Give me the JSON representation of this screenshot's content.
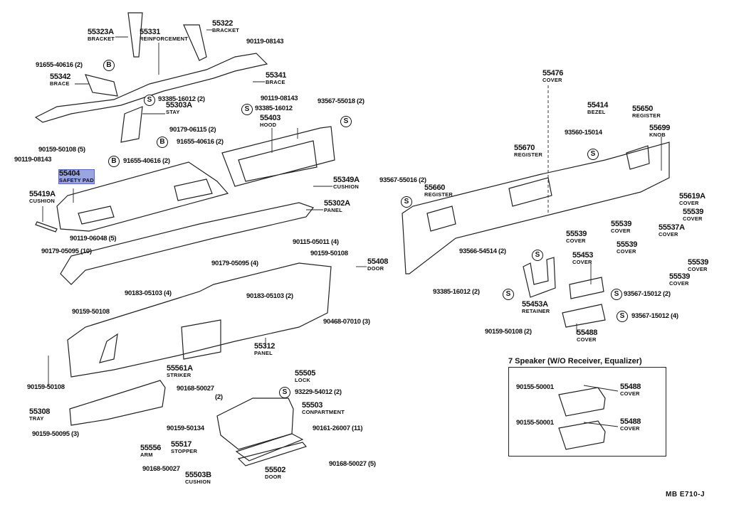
{
  "diagram": {
    "highlight_color": "#9aa6e0",
    "markers": {
      "s": "S",
      "b": "B"
    },
    "labels": [
      {
        "part": "55323A",
        "name": "BRACKET"
      },
      {
        "part": "55331",
        "name": "REINFORCEMENT"
      },
      {
        "part": "55322",
        "name": "BRACKET"
      },
      {
        "part": "55342",
        "name": "BRACE"
      },
      {
        "part": "55341",
        "name": "BRACE"
      },
      {
        "part": "55303A",
        "name": "STAY"
      },
      {
        "part": "55403",
        "name": "HOOD"
      },
      {
        "part": "55404",
        "name": "SAFETY PAD"
      },
      {
        "part": "55419A",
        "name": "CUSHION"
      },
      {
        "part": "55349A",
        "name": "CUSHION"
      },
      {
        "part": "55302A",
        "name": "PANEL"
      },
      {
        "part": "55408",
        "name": "DOOR"
      },
      {
        "part": "55312",
        "name": "PANEL"
      },
      {
        "part": "55561A",
        "name": "STRIKER"
      },
      {
        "part": "55505",
        "name": "LOCK"
      },
      {
        "part": "55308",
        "name": "TRAY"
      },
      {
        "part": "55503",
        "name": "CONPARTMENT"
      },
      {
        "part": "55556",
        "name": "ARM"
      },
      {
        "part": "55517",
        "name": "STOPPER"
      },
      {
        "part": "55503B",
        "name": "CUSHION"
      },
      {
        "part": "55502",
        "name": "DOOR"
      },
      {
        "part": "55476",
        "name": "COVER"
      },
      {
        "part": "55414",
        "name": "BEZEL"
      },
      {
        "part": "55650",
        "name": "REGISTER"
      },
      {
        "part": "55699",
        "name": "KNOB"
      },
      {
        "part": "55670",
        "name": "REGISTER"
      },
      {
        "part": "55660",
        "name": "REGISTER"
      },
      {
        "part": "55619A",
        "name": "COVER"
      },
      {
        "part": "55539",
        "name": "COVER"
      },
      {
        "part": "55539",
        "name": "COVER"
      },
      {
        "part": "55537A",
        "name": "COVER"
      },
      {
        "part": "55539",
        "name": "COVER"
      },
      {
        "part": "55539",
        "name": "COVER"
      },
      {
        "part": "55453",
        "name": "COVER"
      },
      {
        "part": "55539",
        "name": "COVER"
      },
      {
        "part": "55539",
        "name": "COVER"
      },
      {
        "part": "55453A",
        "name": "RETAINER"
      },
      {
        "part": "55488",
        "name": "COVER"
      }
    ],
    "callouts": [
      "90119-08143",
      "91655-40616 (2)",
      "93385-16012 (2)",
      "90119-08143",
      "93385-16012",
      "93567-55018 (2)",
      "90179-06115 (2)",
      "91655-40616 (2)",
      "90159-50108 (5)",
      "90119-08143",
      "91655-40616 (2)",
      "90119-06048 (5)",
      "90179-05095 (10)",
      "90115-05011 (4)",
      "90159-50108",
      "90179-05095 (4)",
      "90183-05103 (4)",
      "90183-05103 (2)",
      "90159-50108",
      "90468-07010 (3)",
      "90168-50027",
      "(2)",
      "93229-54012 (2)",
      "90159-50108",
      "90159-50095 (3)",
      "90159-50134",
      "90161-26007 (11)",
      "90168-50027",
      "90168-50027 (5)",
      "93560-15014",
      "93567-55016 (2)",
      "93566-54514 (2)",
      "93385-16012 (2)",
      "93567-15012 (2)",
      "93567-15012 (4)",
      "90159-50108 (2)"
    ]
  },
  "inset": {
    "title": "7 Speaker (W/O Receiver, Equalizer)",
    "items": [
      {
        "screw": "90155-50001",
        "part": "55488",
        "name": "COVER"
      },
      {
        "screw": "90155-50001",
        "part": "55488",
        "name": "COVER"
      }
    ]
  },
  "footer_code": "MB  E710-J"
}
